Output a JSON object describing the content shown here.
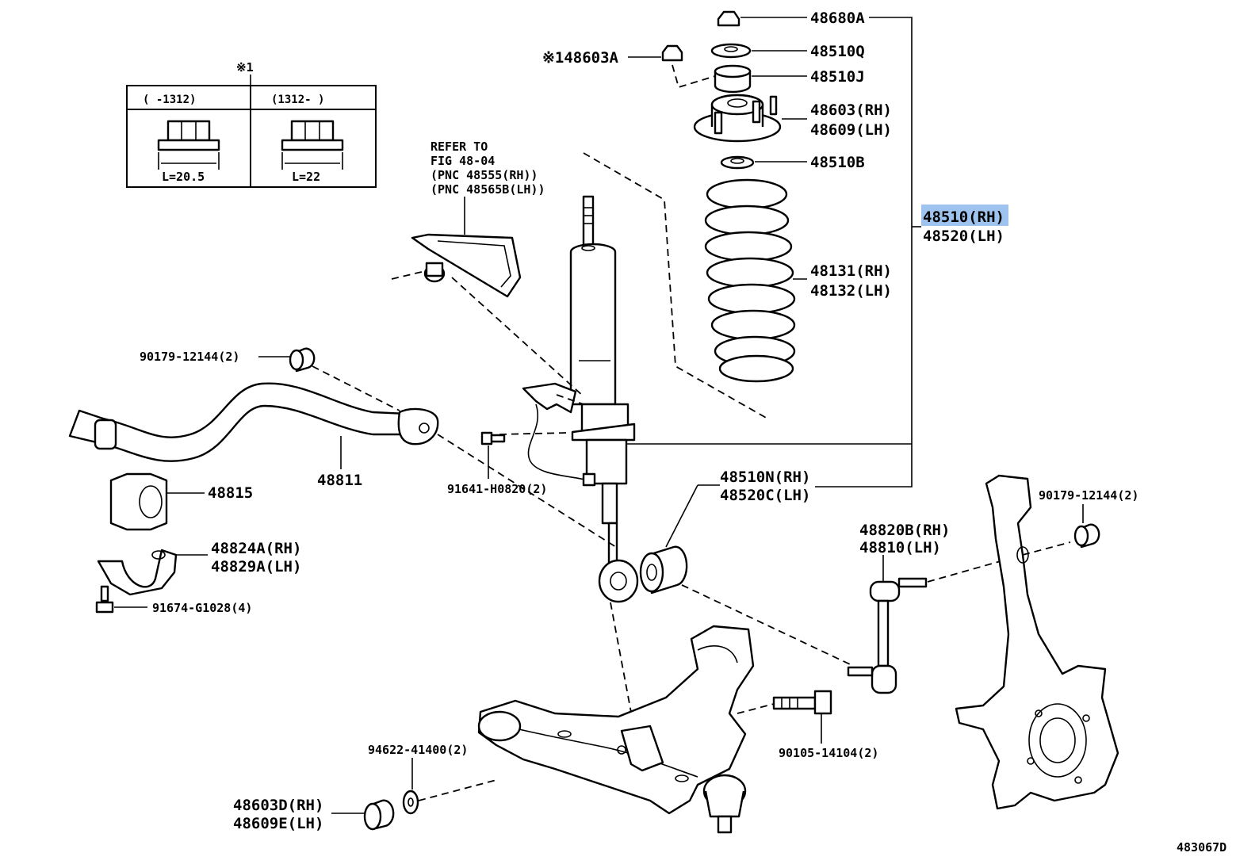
{
  "labels": {
    "p48680A": "48680A",
    "p48510Q": "48510Q",
    "p48510J": "48510J",
    "p48603A": "※148603A",
    "p48603_rh": "48603(RH)",
    "p48609_lh": "48609(LH)",
    "p48510B": "48510B",
    "p48510_rh": "48510(RH)",
    "p48520_lh": "48520(LH)",
    "p48131_rh": "48131(RH)",
    "p48132_lh": "48132(LH)",
    "p48510N_rh": "48510N(RH)",
    "p48520C_lh": "48520C(LH)",
    "p90179_a": "90179-12144(2)",
    "p90179_b": "90179-12144(2)",
    "p48811": "48811",
    "p48815": "48815",
    "p48824A_rh": "48824A(RH)",
    "p48829A_lh": "48829A(LH)",
    "p91674": "91674-G1028(4)",
    "p91641": "91641-H0820(2)",
    "p48820B_rh": "48820B(RH)",
    "p48810_lh": "48810(LH)",
    "p94622": "94622-41400(2)",
    "p90105": "90105-14104(2)",
    "p48603D_rh": "48603D(RH)",
    "p48609E_lh": "48609E(LH)"
  },
  "refer": {
    "line1": "REFER TO",
    "line2": "FIG 48-04",
    "line3": "(PNC 48555(RH))",
    "line4": "(PNC 48565B(LH))"
  },
  "note_table": {
    "marker": "※1",
    "col1_header": "(     -1312)",
    "col2_header": "(1312-     )",
    "col1_dim": "L=20.5",
    "col2_dim": "L=22"
  },
  "figure_id": "483067D",
  "highlight_color": "#9ec3ee"
}
